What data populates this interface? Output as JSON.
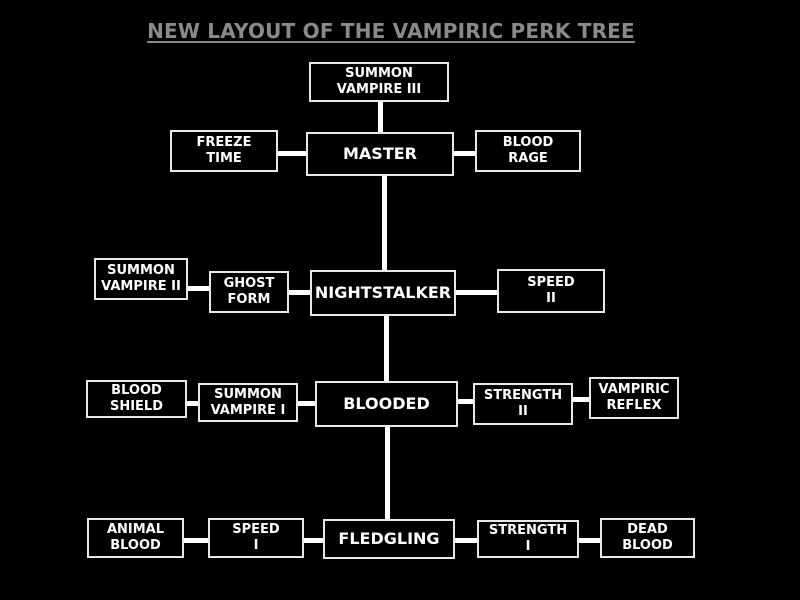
{
  "title": "NEW LAYOUT OF THE VAMPIRIC PERK TREE",
  "nodes": {
    "summon_vampire_3": "SUMMON\nVAMPIRE III",
    "master": "MASTER",
    "freeze_time": "FREEZE\nTIME",
    "blood_rage": "BLOOD\nRAGE",
    "nightstalker": "NIGHTSTALKER",
    "summon_vampire_2": "SUMMON\nVAMPIRE II",
    "ghost_form": "GHOST\nFORM",
    "speed_2": "SPEED\nII",
    "blooded": "BLOODED",
    "blood_shield": "BLOOD\nSHIELD",
    "summon_vampire_1": "SUMMON\nVAMPIRE I",
    "strength_2": "STRENGTH\nII",
    "vampiric_reflex": "VAMPIRIC\nREFLEX",
    "fledgling": "FLEDGLING",
    "animal_blood": "ANIMAL\nBLOOD",
    "speed_1": "SPEED\nI",
    "strength_1": "STRENGTH\nI",
    "dead_blood": "DEAD\nBLOOD"
  }
}
